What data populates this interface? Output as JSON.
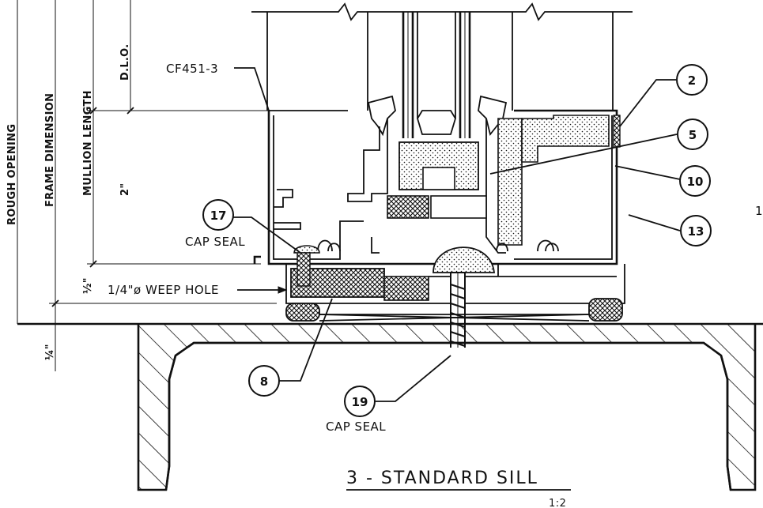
{
  "drawing": {
    "title": "3 - STANDARD SILL",
    "scale": "1:2",
    "side_mark": "1"
  },
  "dimensions": {
    "rough_opening": "ROUGH OPENING",
    "frame_dimension": "FRAME DIMENSION",
    "mullion_length": "MULLION LENGTH",
    "dlo": "D.L.O.",
    "two_inch": "2\"",
    "half_inch": "½\"",
    "quarter_inch": "¼\""
  },
  "labels": {
    "part_number": "CF451-3",
    "cap_seal_upper": "CAP SEAL",
    "cap_seal_lower": "CAP SEAL",
    "weep_hole": "1/4\"ø WEEP HOLE"
  },
  "callouts": [
    "2",
    "5",
    "10",
    "13",
    "17",
    "8",
    "19"
  ]
}
